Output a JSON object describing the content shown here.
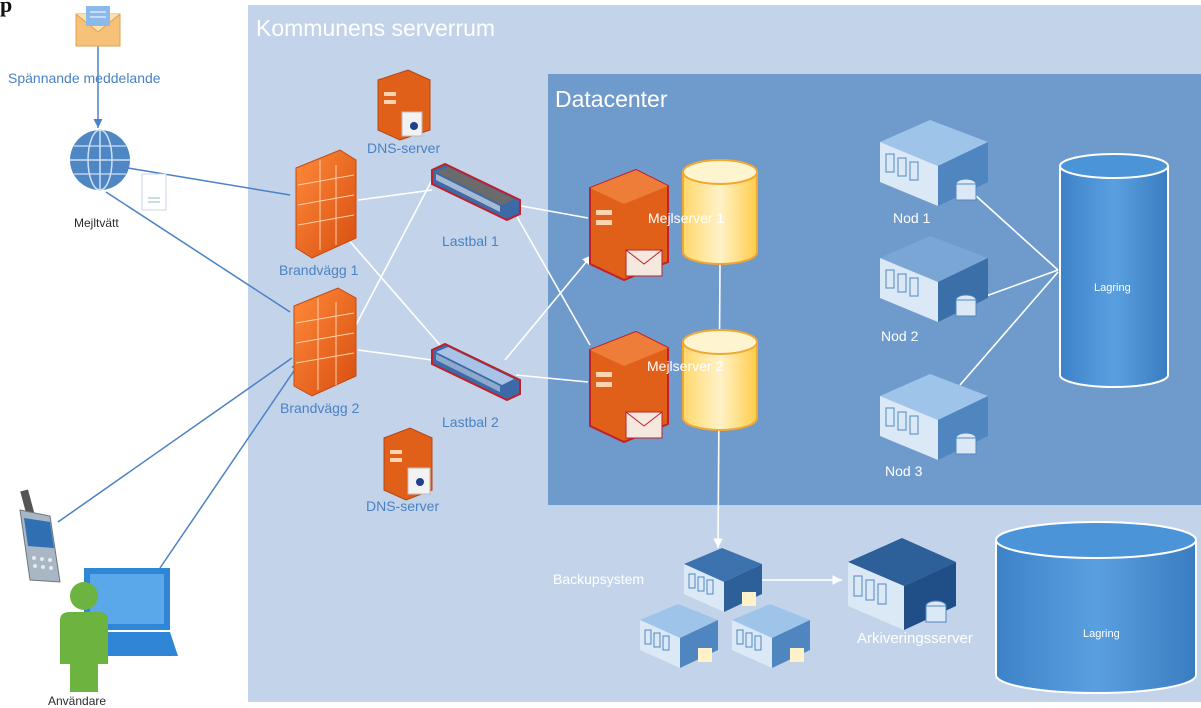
{
  "corner_fragment": "p",
  "zones": {
    "outer_title": "Kommunens serverrum",
    "inner_title": "Datacenter"
  },
  "labels": {
    "message": "Spännande meddelande",
    "wash": "Mejltvätt",
    "user": "Användare",
    "dns1": "DNS-server",
    "dns2": "DNS-server",
    "fw1": "Brandvägg 1",
    "fw2": "Brandvägg 2",
    "lb1": "Lastbal 1",
    "lb2": "Lastbal 2",
    "mail1": "Mejlserver 1",
    "mail2": "Mejlserver 2",
    "node1": "Nod 1",
    "node2": "Nod 2",
    "node3": "Nod 3",
    "storage1": "Lagring",
    "storage2": "Lagring",
    "backup": "Backupsystem",
    "archive": "Arkiveringsserver"
  },
  "colors": {
    "outer_zone": "#c3d3e9",
    "inner_zone": "#6f9bcc",
    "link_blue": "#4a82c4",
    "firewall": "#ef6a1c",
    "server": "#e0601a",
    "cylinder": "#ffe18a",
    "rack": "#4f86c0",
    "storage": "#4a8ed0"
  },
  "icons": [
    "envelope-icon",
    "globe-icon",
    "document-icon",
    "firewall-icon",
    "dns-server-icon",
    "load-balancer-icon",
    "mail-server-icon",
    "database-icon",
    "rack-server-icon",
    "storage-cylinder-icon",
    "mobile-phone-icon",
    "laptop-icon",
    "person-icon"
  ]
}
